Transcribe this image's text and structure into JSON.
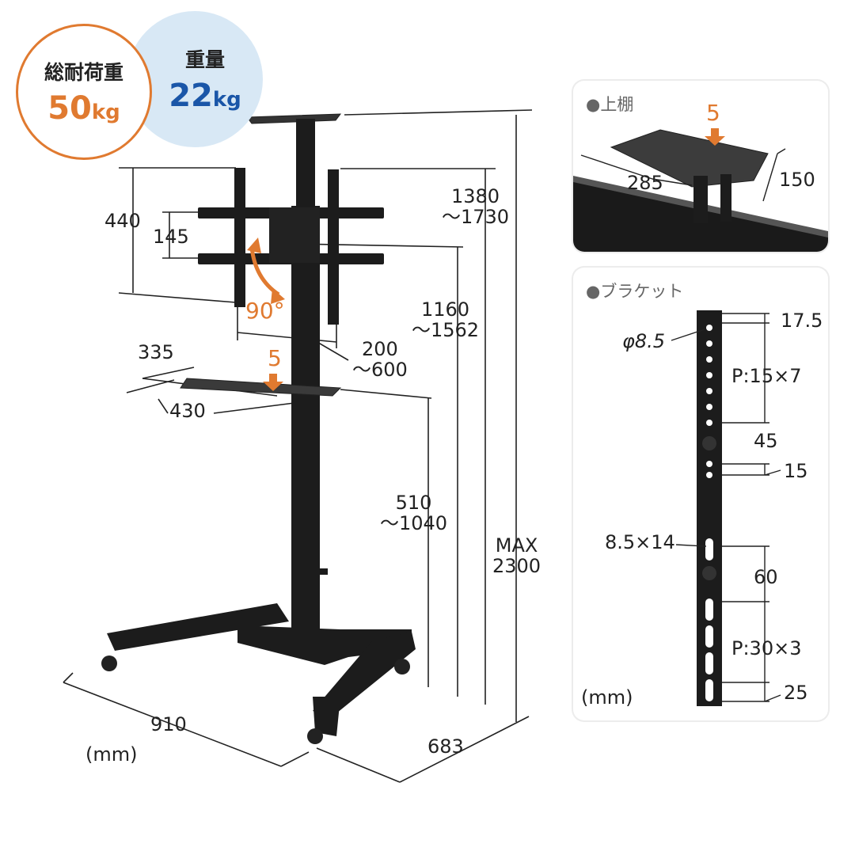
{
  "badges": {
    "load": {
      "label": "総耐荷重",
      "value": "50",
      "unit": "kg",
      "color": "#e07a30"
    },
    "weight": {
      "label": "重量",
      "value": "22",
      "unit": "kg",
      "color": "#1a56a8"
    }
  },
  "main_dims": {
    "bracket_height": "440",
    "bracket_inner": "145",
    "top_height": "1380\n〜1730",
    "mount_height": "1160\n〜1562",
    "rotation": "90°",
    "bracket_width": "200\n〜600",
    "shelf_depth": "335",
    "shelf_load": "5",
    "shelf_width": "430",
    "shelf_height": "510\n〜1040",
    "max_height": "MAX\n2300",
    "base_width": "910",
    "base_depth": "683",
    "unit": "(mm)"
  },
  "top_shelf": {
    "title": "●上棚",
    "load": "5",
    "width": "285",
    "depth": "150"
  },
  "bracket": {
    "title": "●ブラケット",
    "hole": "φ8.5",
    "top": "17.5",
    "pitch1": "P:15×7",
    "gap1": "45",
    "small": "15",
    "slot": "8.5×14",
    "gap2": "60",
    "pitch2": "P:30×3",
    "bottom": "25",
    "unit": "(mm)"
  },
  "colors": {
    "accent": "#e07a30",
    "steel": "#1c1c1c",
    "panel_border": "#ececec"
  }
}
